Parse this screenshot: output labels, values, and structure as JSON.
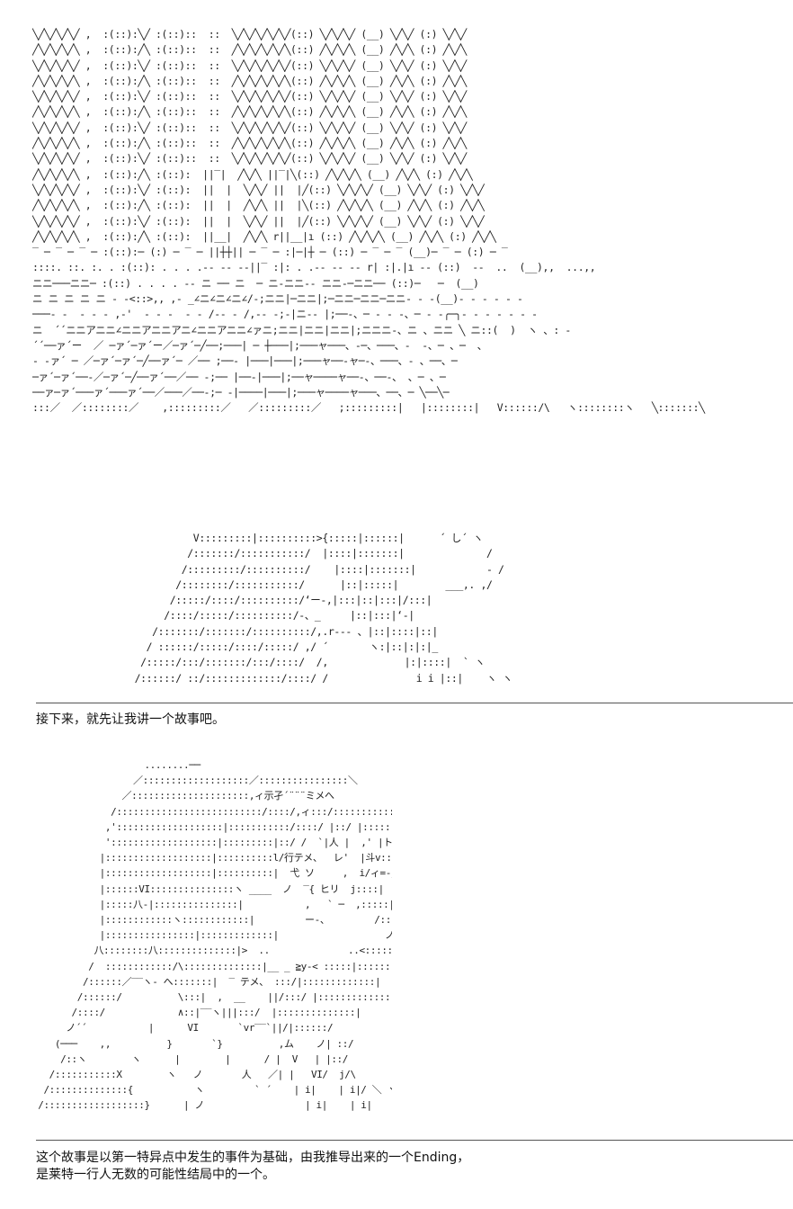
{
  "captions": {
    "line1": "接下来，就先让我讲一个故事吧。",
    "line2": "这个故事是以第一特异点中发生的事件为基础，由我推导出来的一个Ending，",
    "line3": "是莱特一行人无数的可能性结局中的一个。"
  },
  "art": {
    "scene1": "╲╱╲╱╲╱╲╱ ,  :(::):╲╱ :(::)::  ::  ╲╱╲╱╲╱╲╱╲╱(::) ╲╱╲╱╲╱ (__) ╲╱╲╱ (:) ╲╱╲╱\n╱╲╱╲╱╲╱╲ ,  :(::):╱╲ :(::)::  ::  ╱╲╱╲╱╲╱╲╱╲(::) ╱╲╱╲╱╲ (__) ╱╲╱╲ (:) ╱╲╱╲\n╲╱╲╱╲╱╲╱ ,  :(::):╲╱ :(::)::  ::  ╲╱╲╱╲╱╲╱╲╱(::) ╲╱╲╱╲╱ (__) ╲╱╲╱ (:) ╲╱╲╱\n╱╲╱╲╱╲╱╲ ,  :(::):╱╲ :(::)::  ::  ╱╲╱╲╱╲╱╲╱╲(::) ╱╲╱╲╱╲ (__) ╱╲╱╲ (:) ╱╲╱╲\n╲╱╲╱╲╱╲╱ ,  :(::):╲╱ :(::)::  ::  ╲╱╲╱╲╱╲╱╲╱(::) ╲╱╲╱╲╱ (__) ╲╱╲╱ (:) ╲╱╲╱\n╱╲╱╲╱╲╱╲ ,  :(::):╱╲ :(::)::  ::  ╱╲╱╲╱╲╱╲╱╲(::) ╱╲╱╲╱╲ (__) ╱╲╱╲ (:) ╱╲╱╲\n╲╱╲╱╲╱╲╱ ,  :(::):╲╱ :(::)::  ::  ╲╱╲╱╲╱╲╱╲╱(::) ╲╱╲╱╲╱ (__) ╲╱╲╱ (:) ╲╱╲╱\n╱╲╱╲╱╲╱╲ ,  :(::):╱╲ :(::)::  ::  ╱╲╱╲╱╲╱╲╱╲(::) ╱╲╱╲╱╲ (__) ╱╲╱╲ (:) ╱╲╱╲\n╲╱╲╱╲╱╲╱ ,  :(::):╲╱ :(::)::  ::  ╲╱╲╱╲╱╲╱╲╱(::) ╲╱╲╱╲╱ (__) ╲╱╲╱ (:) ╲╱╲╱\n╱╲╱╲╱╲╱╲ ,  :(::):╱╲ :(::):  ||‾|  ╱╲╱╲ ||‾|╲(::) ╱╲╱╲╱╲ (__) ╱╲╱╲ (:) ╱╲╱╲\n╲╱╲╱╲╱╲╱ ,  :(::):╲╱ :(::):  ||  |  ╲╱╲╱ ||  |╱(::) ╲╱╲╱╲╱ (__) ╲╱╲╱ (:) ╲╱╲╱\n╱╲╱╲╱╲╱╲ ,  :(::):╱╲ :(::):  ||  |  ╱╲╱╲ ||  |╲(::) ╱╲╱╲╱╲ (__) ╱╲╱╲ (:) ╱╲╱╲\n╲╱╲╱╲╱╲╱ ,  :(::):╲╱ :(::):  ||  |  ╲╱╲╱ ||  |╱(::) ╲╱╲╱╲╱ (__) ╲╱╲╱ (:) ╲╱╲╱\n╱╲╱╲╱╲╱╲ ,  :(::):╱╲ :(::):  ||__|  ╱╲╱╲ r||__|ı (::) ╱╲╱╲╱╲ (__) ╱╲╱╲ (:) ╱╲╱╲\n‾ ─ ‾ ─ ‾ ─ :(::):─ (:) ─ ‾ ─ ||┼┼|| ─ ‾ ─ :|─|┼ ─ (::) ─ ‾ ─ ‾ (__)─ ‾ ─ (:) ─ ‾\n::::. ::. :. . :(::): . . . .-- -- --||‾ :|: . .-- -- -- r| :|.|ı -- (::)  --  ..  (__),,  ...,,\nニニ───ニニ─ :(::) . . . . -- ニ ── ニ  ─ ニ-ニニ-- ニニ-─ニニ── (::)─   ─  (__)\nニ ニ ニ ニ ニ - -<::>,, ,- _∠ニ∠ニ∠ニ∠/-;ニニ|─ニニ|;─ニニ─ニニ─ニニ- - -(__)- - - - - -\n───- -  - - - ,‐'  - - -  - - /-- - /,-- -;-|ニ-- |;──-、─ ‐ - -、─ - -╭─╮- - - - - - -\nニ  ´´ニニアニニ∠ニニアニニアニ∠ニニアニニ∠ァニ;ニニ|ニニ|ニニ|;ニニニ-、ニ 、ニニ ╲ ニ::(  )  ヽ 、: -\n´´──ァ´ー  ／ ─ァ´─ァ´ー／─ァ´─╱──;───| ─ ┼───|;───ャ───、-─、───、-  -、─ 、─  、\n- -ァ´ ─ ／─ァ´─ァ´─╱──ァ´─ ／── ;──- |───|───|;───ャ──-ャ─-、───、- 、──、─\n─ァ´─ァ´──-／─ァ´─╱──ァ´──／── -;── |──-|───|;──ャ────ャ──-、──-、 、─ 、─\n──ァ─ァ´───ァ´───ァ´──／───／──-;─ -|────|───|;───ャ────ャ───、──、─ ╲──╲─\n:::／  ／::::::::／    ,:::::::::／   ／:::::::::／   ;:::::::::|   |::::::::|   V::::::/\\   ヽ::::::::ヽ   ╲:::::::╲",
    "scene2": "             V:::::::::|::::::::::>{:::::|::::::|      ´ し´ ヽ\n            /:::::::/:::::::::::/  |::::|:::::::|              /\n           /:::::::::/::::::::::/    |::::|:::::::|            ‐ /\n          /::::::::/:::::::::::/      |::|:::::|        ___,. ,/\n         /:::::/::::/::::::::::/‘ー-,|:::|::|:::|/:::|\n        /::::/:::::/::::::::::/‐、_     |::|:::|‘‐|\n      /:::::::/:::::::/::::::::::/,.r‐‐- 、|::|::::|::|\n     / ::::::/:::::/::::/:::::/ ,/ ´       ヽ:|::|:|:|_\n    /:::::/:::/:::::::/:::/::::/  /,             |:|::::|  ` ヽ\n   /::::::/ ::/:::::::::::::/::::/ /               i i |::|    ヽ ヽ",
    "scene3": "                    ........──\n                  ／:::::::::::::::::::／::::::::::::::::＼\n                ／:::::::::::::::::::::,ィ示孑´¨¨¨ミメへ\n              /::::::::::::::::::::::::::/::::/,ィ:::/::::::::::::::::::::::',\n             ,':::::::::::::::::::|:::::::::::/::::/ |::/ |::::::|:::::::::::::::::i\n             ':::::::::::::::::::|:::::::::|::/ /  `|人 |  ,' |ト::::::::::  ı\n            |:::::::::::::::::::|::::::::::l/行テメ、  レ'  |斗v:: |  :::|\n            |:::::::::::::::::::|::::::::::|  弋 ソ     ,  i/ィ=-j/| :::|\n            |::::::VI:::::::::::::::ヽ ____  ノ  ‾{ ヒリ  j::::|\n            |:::::八-|:::::::::::::::|           ,   ` ─  ,:::::|\n            |::::::::::::ヽ::::::::::::|         ー-、        /:::::|\n            |::::::::::::::::|:::::::::::::|                   ノ::::::|\n           八::::::::八::::::::::::::|>  ..              ..<::::::::|\n          /  ::::::::::::/\\::::::::::::::|__ _ ≧y‐< :::::|:::::::::::|\n         /::::::／‾‾ヽ‐ へ:::::::|  ‾ テメ、 :::/|:::::::::::::|\n        /::::::/          \\:::|  ,  __    ||/:::/ |:::::::::::::|\n       /::::/             ∧::|‾‾ヽ|||:::/  |::::::::::::::|\n      ノ´´           |      VI       `vr‾‾`||/|::::::/\n    (───    ,,          }       `}          ,ム    ノ| ::/\n     /::ヽ        ヽ      |        |      / |  V   | |::/\n   /:::::::::::X        ヽ   ノ       人   ／| |   VI/  j/\\\n  /::::::::::::::{           ヽ         ` ´    | i|    | i|/ ＼ ヽ\n /::::::::::::::::::}      | ノ                  | i|    | i|      i   }"
  }
}
